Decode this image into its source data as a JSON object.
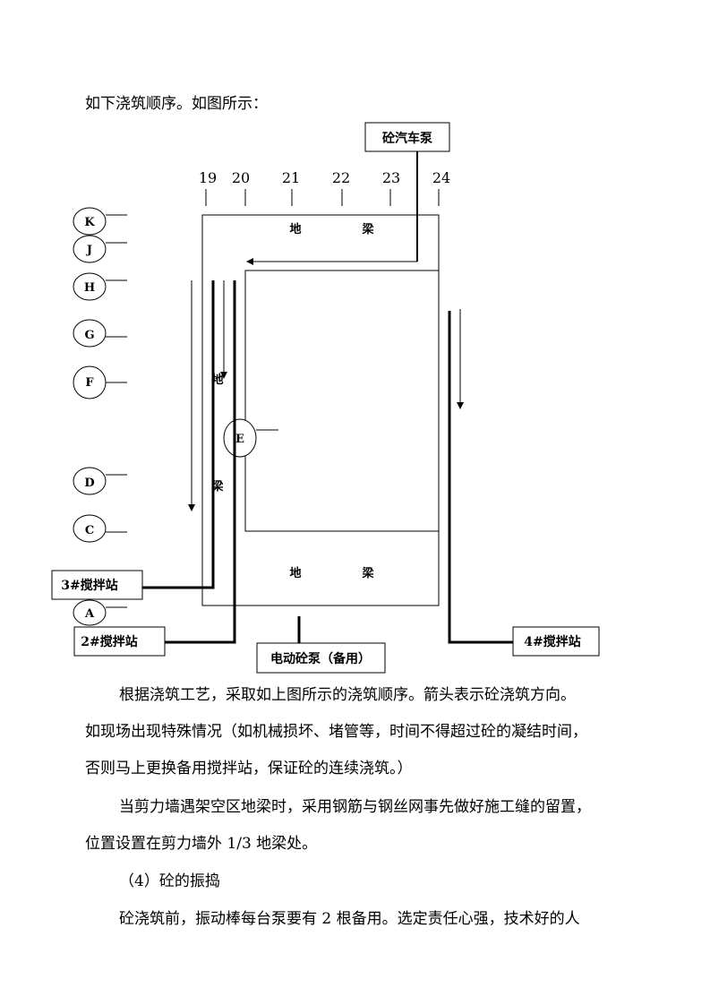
{
  "intro": "如下浇筑顺序。如图所示：",
  "diagram": {
    "pump_truck": "砼汽车泵",
    "axes_top": [
      "19",
      "20",
      "21",
      "22",
      "23",
      "24"
    ],
    "axes_left": [
      "K",
      "J",
      "H",
      "G",
      "F",
      "D",
      "C",
      "A"
    ],
    "axis_e": "E",
    "beam_top": [
      "地",
      "梁"
    ],
    "beam_bottom": [
      "地",
      "梁"
    ],
    "beam_vertical": [
      "地",
      "梁"
    ],
    "station_3": "3#搅拌站",
    "station_2": "2#搅拌站",
    "station_4": "4#搅拌站",
    "electric_pump": "电动砼泵（备用）"
  },
  "paragraphs": {
    "p1_line1": "根据浇筑工艺，采取如上图所示的浇筑顺序。箭头表示砼浇筑方向。",
    "p1_line2": "如现场出现特殊情况（如机械损坏、堵管等，时间不得超过砼的凝结时间，",
    "p1_line3": "否则马上更换备用搅拌站，保证砼的连续浇筑。）",
    "p2_line1": "当剪力墙遇架空区地梁时，采用钢筋与钢丝网事先做好施工缝的留置，",
    "p2_line2": "位置设置在剪力墙外 1/3 地梁处。",
    "p3_heading": "（4）砼的振捣",
    "p4_line1": "砼浇筑前，振动棒每台泵要有 2 根备用。选定责任心强，技术好的人"
  }
}
